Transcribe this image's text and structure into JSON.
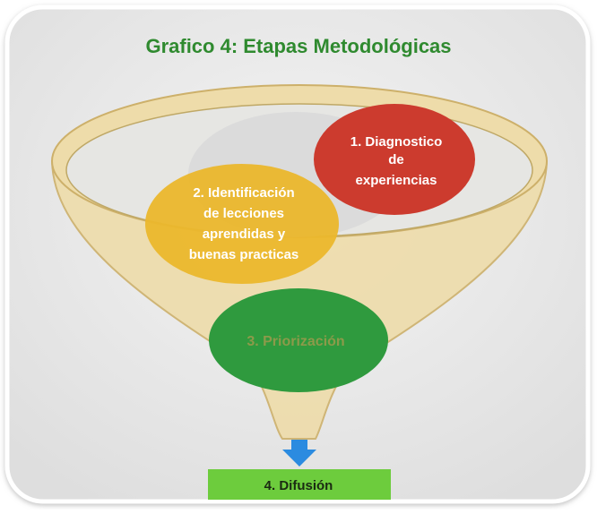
{
  "title": "Grafico 4: Etapas Metodológicas",
  "stages": [
    {
      "lines": [
        "1. Diagnostico",
        "de",
        "experiencias"
      ],
      "color": "#cc3b2e",
      "text_color": "#ffffff"
    },
    {
      "lines": [
        "2. Identificación",
        "de lecciones",
        "aprendidas y",
        "buenas practicas"
      ],
      "color": "#ebb72c",
      "text_color": "#ffffff"
    },
    {
      "lines": [
        "3. Priorización"
      ],
      "color": "#2f9a3e",
      "text_color": "#8c9a4a"
    },
    {
      "lines": [
        "4. Difusión"
      ],
      "color": "#6dcc3d",
      "text_color": "#1a2a12"
    }
  ],
  "colors": {
    "title": "#2f8a2f",
    "funnel_fill": "#eedcaa",
    "funnel_stroke": "#cdb06a",
    "arrow": "#2b8be0",
    "background": "#e9e9e9"
  },
  "icons": [
    "down-arrow-icon"
  ]
}
